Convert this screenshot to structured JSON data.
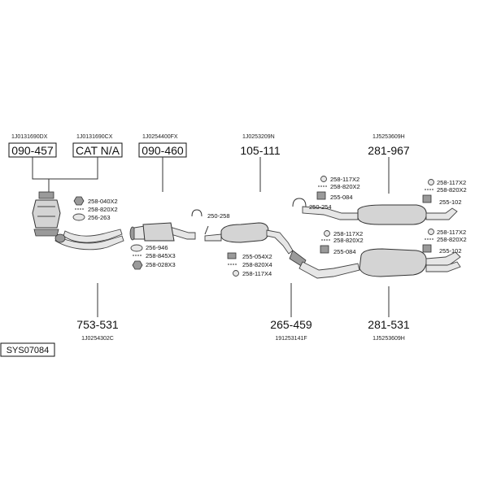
{
  "system_code": "SYS07084",
  "groups": [
    {
      "id": "g1",
      "oem": "1J0131690DX",
      "part": "090-457",
      "boxed": true
    },
    {
      "id": "g2",
      "oem": "1J0131690CX",
      "part": "CAT N/A",
      "boxed": true
    },
    {
      "id": "g3",
      "oem": "1J0254400FX",
      "part": "090-460",
      "boxed": true
    },
    {
      "id": "g4",
      "oem": "1J0253209N",
      "part": "105-111",
      "boxed": false
    },
    {
      "id": "g5",
      "oem": "1J5253609H",
      "part": "281-967",
      "boxed": false
    },
    {
      "id": "g6",
      "oem": "1J0254302C",
      "part": "753-531",
      "boxed": false
    },
    {
      "id": "g7",
      "oem": "191253141F",
      "part": "265-459",
      "boxed": false
    },
    {
      "id": "g8",
      "oem": "1J5253609H",
      "part": "281-531",
      "boxed": false
    }
  ],
  "accessories": [
    {
      "id": "a1",
      "text": "258-040X2",
      "icon": "nut-icon"
    },
    {
      "id": "a2",
      "text": "258-820X2",
      "icon": "bolt-icon"
    },
    {
      "id": "a3",
      "text": "256-263",
      "icon": "gasket-icon"
    },
    {
      "id": "a4",
      "text": "250-258",
      "icon": "clamp-icon"
    },
    {
      "id": "a5",
      "text": "256-946",
      "icon": "gasket-icon"
    },
    {
      "id": "a6",
      "text": "258-845X3",
      "icon": "bolt-icon"
    },
    {
      "id": "a7",
      "text": "258-028X3",
      "icon": "nut-icon"
    },
    {
      "id": "a8",
      "text": "255-054X2",
      "icon": "clamp-icon"
    },
    {
      "id": "a9",
      "text": "258-820X4",
      "icon": "bolt-icon"
    },
    {
      "id": "a10",
      "text": "258-117X4",
      "icon": "ring-icon"
    },
    {
      "id": "a11",
      "text": "258-117X2",
      "icon": "ring-icon"
    },
    {
      "id": "a12",
      "text": "258-820X2",
      "icon": "bolt-icon"
    },
    {
      "id": "a13",
      "text": "255-084",
      "icon": "hanger-icon"
    },
    {
      "id": "a14",
      "text": "250-254",
      "icon": "clamp-icon"
    },
    {
      "id": "a15",
      "text": "258-117X2",
      "icon": "ring-icon"
    },
    {
      "id": "a16",
      "text": "258-820X2",
      "icon": "bolt-icon"
    },
    {
      "id": "a17",
      "text": "255-102",
      "icon": "hanger-icon"
    },
    {
      "id": "a18",
      "text": "258-117X2",
      "icon": "ring-icon"
    },
    {
      "id": "a19",
      "text": "258-820X2",
      "icon": "bolt-icon"
    },
    {
      "id": "a20",
      "text": "255-084",
      "icon": "hanger-icon"
    },
    {
      "id": "a21",
      "text": "258-117X2",
      "icon": "ring-icon"
    },
    {
      "id": "a22",
      "text": "258-820X2",
      "icon": "bolt-icon"
    },
    {
      "id": "a23",
      "text": "255-102",
      "icon": "hanger-icon"
    }
  ]
}
